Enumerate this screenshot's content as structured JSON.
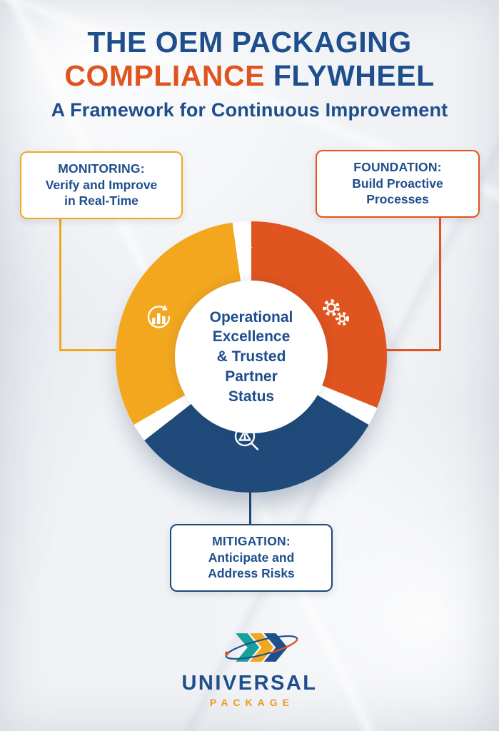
{
  "header": {
    "title_line1": "THE OEM PACKAGING",
    "title_accent": "COMPLIANCE",
    "title_rest": "FLYWHEEL",
    "subtitle": "A Framework for Continuous Improvement"
  },
  "callouts": {
    "monitoring": {
      "label": "MONITORING:",
      "text": "Verify and Improve in Real-Time",
      "border_color": "#F2A71E"
    },
    "foundation": {
      "label": "FOUNDATION:",
      "text": "Build Proactive Processes",
      "border_color": "#E0541F"
    },
    "mitigation": {
      "label": "MITIGATION:",
      "text": "Anticipate and Address Risks",
      "border_color": "#1F4A7A"
    }
  },
  "flywheel": {
    "center_label": "Operational Excellence & Trusted Partner Status",
    "segments": [
      {
        "name": "Monitoring",
        "color": "#F2A71E",
        "icon": "bar-chart-cycle-icon"
      },
      {
        "name": "Foundation",
        "color": "#E0541F",
        "icon": "gears-icon"
      },
      {
        "name": "Mitigation",
        "color": "#1F4A7A",
        "icon": "risk-magnifier-icon"
      }
    ]
  },
  "logo": {
    "brand": "UNIVERSAL",
    "sub_brand": "PACKAGE"
  },
  "colors": {
    "navy": "#1E4E8C",
    "orange": "#E0541F",
    "yellow": "#F2A71E",
    "teal": "#17A097",
    "background": "#F0F2F5"
  }
}
